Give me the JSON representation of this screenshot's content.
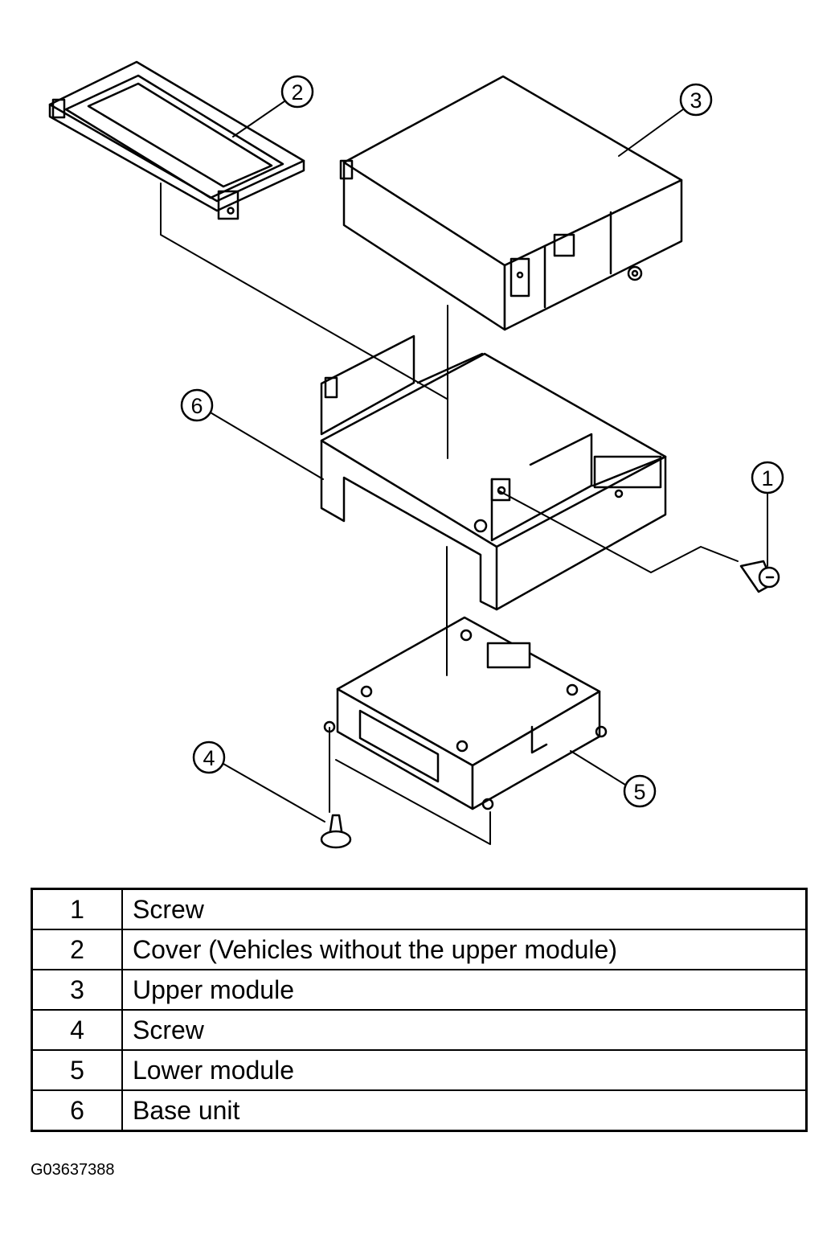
{
  "callouts": {
    "c1": "1",
    "c2": "2",
    "c3": "3",
    "c4": "4",
    "c5": "5",
    "c6": "6"
  },
  "legend": {
    "rows": [
      {
        "num": "1",
        "desc": "Screw"
      },
      {
        "num": "2",
        "desc": "Cover (Vehicles without the upper module)"
      },
      {
        "num": "3",
        "desc": "Upper module"
      },
      {
        "num": "4",
        "desc": "Screw"
      },
      {
        "num": "5",
        "desc": "Lower module"
      },
      {
        "num": "6",
        "desc": "Base unit"
      }
    ]
  },
  "figure_id": "G03637388"
}
